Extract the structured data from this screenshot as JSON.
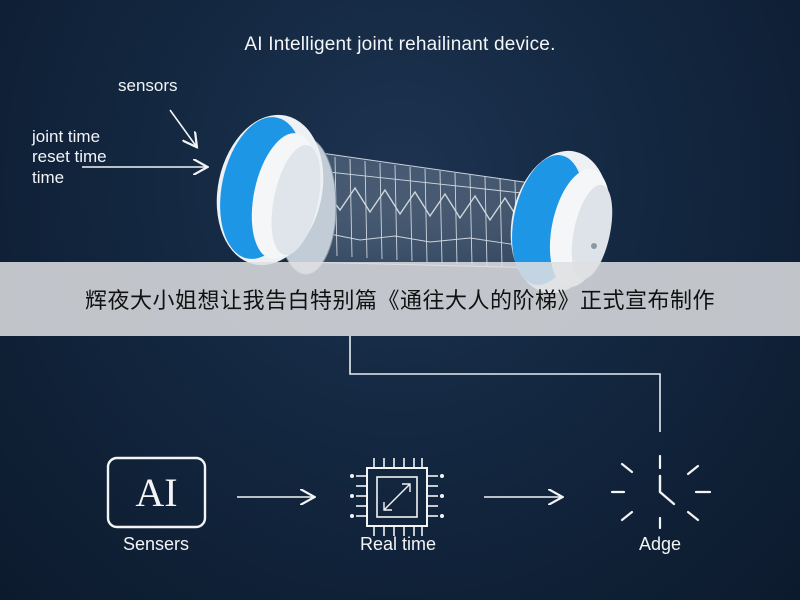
{
  "title": "AI Intelligent joint rehailinant device.",
  "labels": {
    "sensors": "sensors",
    "joint_time": "joint time",
    "reset_time": "reset time",
    "time": "time"
  },
  "banner": "辉夜大小姐想让我告白特别篇《通往大人的阶梯》正式宣布制作",
  "nodes": [
    {
      "label": "Sensers",
      "icon": "ai-badge-icon",
      "badge_text": "AI"
    },
    {
      "label": "Real time",
      "icon": "cpu-chip-icon"
    },
    {
      "label": "Adge",
      "icon": "clock-icon"
    }
  ],
  "colors": {
    "background": "#132740",
    "accent_blue": "#1e96e6",
    "ring_white": "#f0f2f4",
    "banner_bg": "#dedfe0"
  }
}
